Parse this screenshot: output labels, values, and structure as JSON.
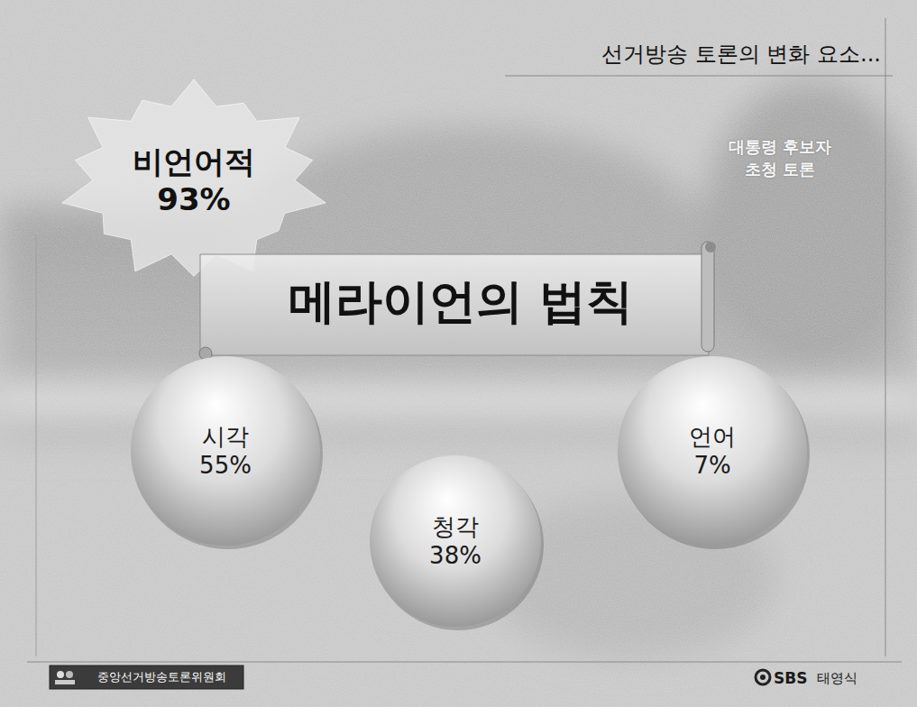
{
  "diagram": {
    "title": "선거방송 토론의 변화 요소...",
    "nodes": [
      {
        "text": [
          "비언어적 93%"
        ]
      },
      {
        "text": [
          "메라이언의 법칙"
        ]
      },
      {
        "text": [
          "시각 55%"
        ]
      },
      {
        "text": [
          "청각 38%"
        ]
      },
      {
        "text": [
          "언어 7%"
        ]
      },
      {
        "text": [
          "중앙선거방송토론위원회"
        ]
      }
    ],
    "labels": [
      "대통령 후보자 초청 토론",
      "SBS",
      "태영식"
    ]
  }
}
